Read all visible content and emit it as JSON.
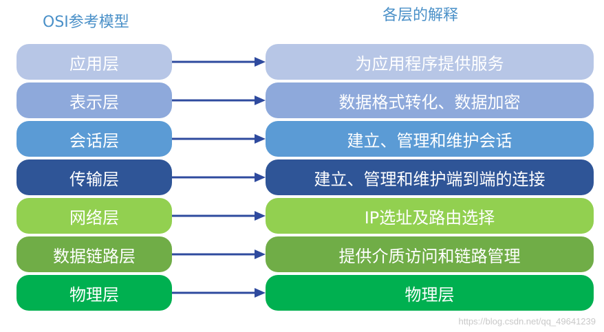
{
  "headings": {
    "left": "OSI参考模型",
    "right": "各层的解释"
  },
  "layers": [
    {
      "name": "应用层",
      "description": "为应用程序提供服务",
      "color": "#b7c6e6"
    },
    {
      "name": "表示层",
      "description": "数据格式转化、数据加密",
      "color": "#8ea9db"
    },
    {
      "name": "会话层",
      "description": "建立、管理和维护会话",
      "color": "#5b9bd5"
    },
    {
      "name": "传输层",
      "description": "建立、管理和维护端到端的连接",
      "color": "#2f5597"
    },
    {
      "name": "网络层",
      "description": "IP选址及路由选择",
      "color": "#92d050"
    },
    {
      "name": "数据链路层",
      "description": "提供介质访问和链路管理",
      "color": "#70ad47"
    },
    {
      "name": "物理层",
      "description": "物理层",
      "color": "#00b050"
    }
  ],
  "watermark": "https://blog.csdn.net/qq_49641239",
  "arrow_color": "#2e4a9e"
}
